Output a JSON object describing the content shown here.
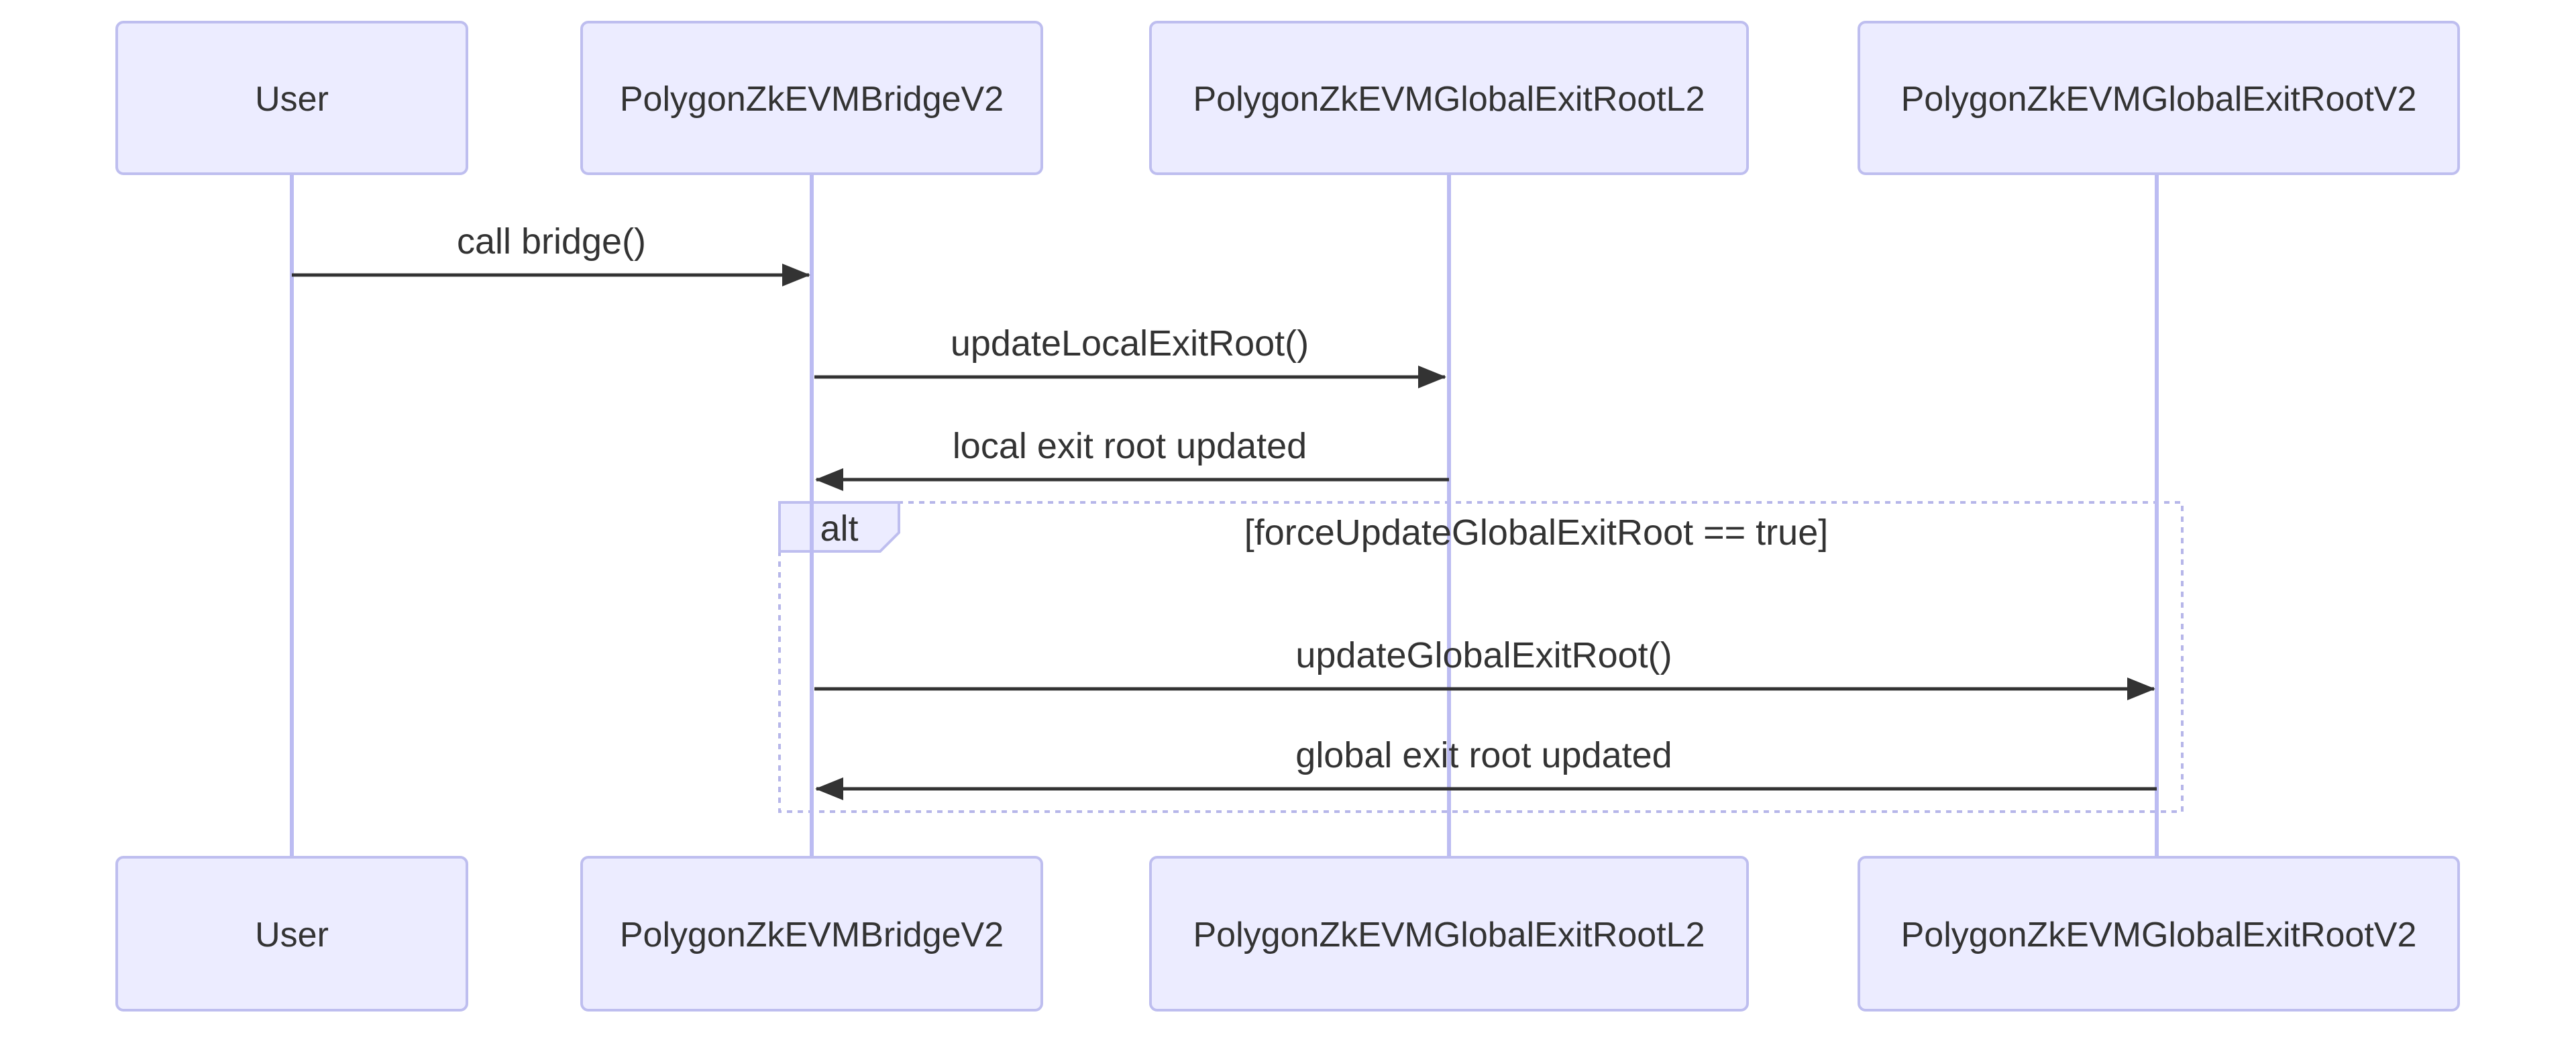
{
  "diagram": {
    "type": "sequence-diagram",
    "actors": [
      {
        "name": "User"
      },
      {
        "name": "PolygonZkEVMBridgeV2"
      },
      {
        "name": "PolygonZkEVMGlobalExitRootL2"
      },
      {
        "name": "PolygonZkEVMGlobalExitRootV2"
      }
    ],
    "messages": [
      {
        "from": "User",
        "to": "PolygonZkEVMBridgeV2",
        "label": "call bridge()",
        "direction": "right"
      },
      {
        "from": "PolygonZkEVMBridgeV2",
        "to": "PolygonZkEVMGlobalExitRootL2",
        "label": "updateLocalExitRoot()",
        "direction": "right"
      },
      {
        "from": "PolygonZkEVMGlobalExitRootL2",
        "to": "PolygonZkEVMBridgeV2",
        "label": "local exit root updated",
        "direction": "left"
      },
      {
        "from": "PolygonZkEVMBridgeV2",
        "to": "PolygonZkEVMGlobalExitRootV2",
        "label": "updateGlobalExitRoot()",
        "direction": "right",
        "inside_alt": true
      },
      {
        "from": "PolygonZkEVMGlobalExitRootV2",
        "to": "PolygonZkEVMBridgeV2",
        "label": "global exit root updated",
        "direction": "left",
        "inside_alt": true
      }
    ],
    "alt": {
      "label": "alt",
      "condition": "[forceUpdateGlobalExitRoot == true]"
    },
    "colors": {
      "background": "#ffffff",
      "actor_fill": "#ECECFF",
      "actor_border": "#BEBEEF",
      "lifeline": "#BCBCF2",
      "alt_border": "#B6B6E9",
      "alt_label_fill": "#ECECFF",
      "message_line": "#333333",
      "text": "#333333"
    }
  }
}
